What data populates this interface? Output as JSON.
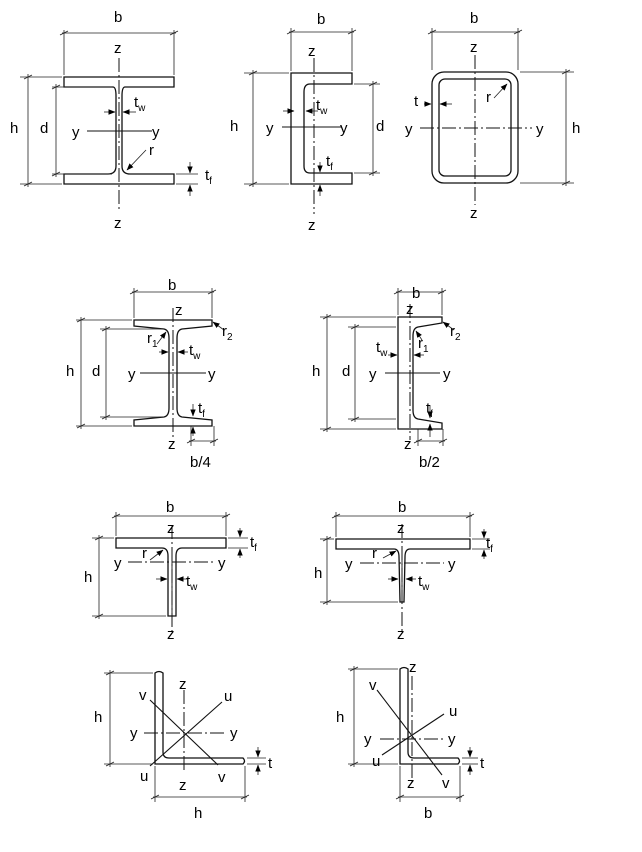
{
  "sections": [
    {
      "b": "b",
      "h": "h",
      "d": "d",
      "z": "z",
      "y": "y",
      "r": "r",
      "t": "t",
      "w": "w",
      "f": "f"
    },
    {
      "b": "b",
      "h": "h",
      "d": "d",
      "z": "z",
      "y": "y",
      "t": "t",
      "w": "w",
      "f": "f"
    },
    {
      "b": "b",
      "h": "h",
      "z": "z",
      "y": "y",
      "t": "t",
      "r": "r"
    },
    {
      "b": "b",
      "h": "h",
      "d": "d",
      "z": "z",
      "y": "y",
      "r": "r",
      "one": "1",
      "two": "2",
      "t": "t",
      "w": "w",
      "f": "f",
      "b4": "b/4"
    },
    {
      "b": "b",
      "h": "h",
      "d": "d",
      "z": "z",
      "y": "y",
      "r": "r",
      "one": "1",
      "two": "2",
      "t": "t",
      "w": "w",
      "f": "f",
      "b2": "b/2"
    },
    {
      "b": "b",
      "h": "h",
      "z": "z",
      "y": "y",
      "r": "r",
      "t": "t",
      "w": "w",
      "f": "f"
    },
    {
      "b": "b",
      "h": "h",
      "z": "z",
      "y": "y",
      "r": "r",
      "t": "t",
      "w": "w",
      "f": "f"
    },
    {
      "h": "h",
      "z": "z",
      "y": "y",
      "u": "u",
      "v": "v",
      "t": "t"
    },
    {
      "h": "h",
      "b": "b",
      "z": "z",
      "y": "y",
      "u": "u",
      "v": "v",
      "t": "t"
    }
  ]
}
